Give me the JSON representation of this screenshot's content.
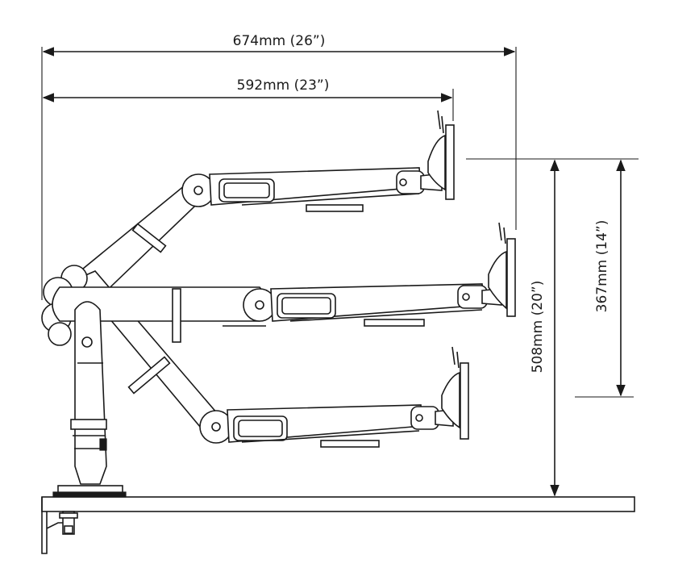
{
  "dimensions": {
    "total_reach": "674mm (26”)",
    "reach": "592mm (23”)",
    "max_height": "508mm (20”)",
    "height_range": "367mm (14”)"
  },
  "colors": {
    "line": "#1a1a1a",
    "background": "#ffffff"
  }
}
